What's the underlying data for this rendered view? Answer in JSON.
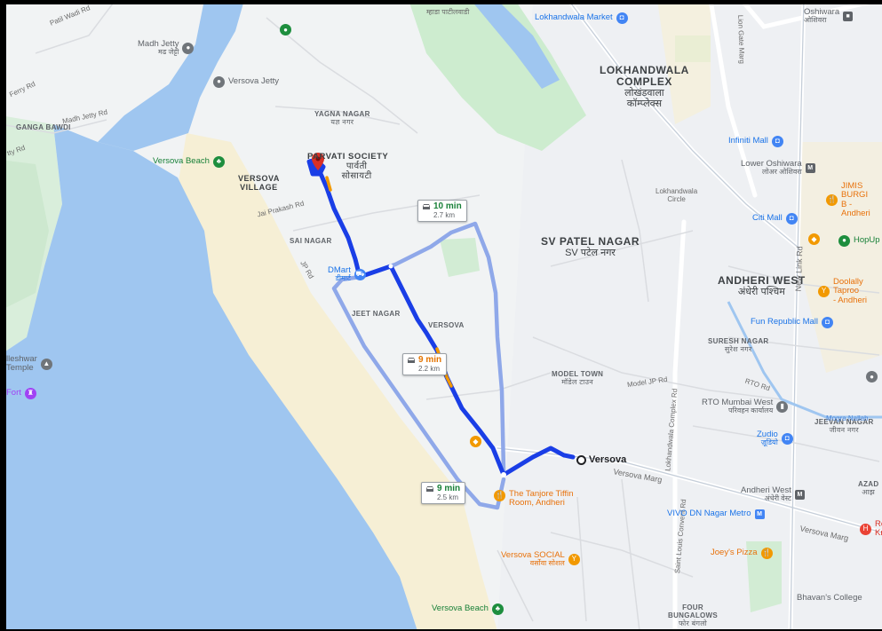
{
  "map": {
    "areas": [
      {
        "key": "lokhandwala",
        "title": "LOKHANDWALA\nCOMPLEX",
        "subtitle": "लोखंडवाला\nकॉम्प्लेक्स"
      },
      {
        "key": "sv_patel",
        "title": "SV PATEL NAGAR",
        "subtitle": "SV पटेल नगर"
      },
      {
        "key": "andheri_west",
        "title": "ANDHERI WEST",
        "subtitle": "अंधेरी पश्चिम"
      },
      {
        "key": "parvati",
        "title": "PARVATI SOCIETY",
        "subtitle": "पार्वती\nसोसायटी"
      },
      {
        "key": "versova_village",
        "title": "VERSOVA\nVILLAGE",
        "subtitle": ""
      },
      {
        "key": "yagna_nagar",
        "title": "YAGNA NAGAR",
        "subtitle": "यज्ञ नगर"
      },
      {
        "key": "ganga_bawdi",
        "title": "GANGA BAWDI",
        "subtitle": ""
      },
      {
        "key": "sai_nagar",
        "title": "SAI NAGAR",
        "subtitle": ""
      },
      {
        "key": "jeet_nagar",
        "title": "JEET NAGAR",
        "subtitle": ""
      },
      {
        "key": "versova_area",
        "title": "VERSOVA",
        "subtitle": ""
      },
      {
        "key": "model_town",
        "title": "MODEL TOWN",
        "subtitle": "मॉडेल टाउन"
      },
      {
        "key": "suresh_nagar",
        "title": "SURESH NAGAR",
        "subtitle": "सुरेश नगर"
      },
      {
        "key": "jeevan_nagar",
        "title": "JEEVAN NAGAR",
        "subtitle": "जीवन नगर"
      },
      {
        "key": "four_bungalows",
        "title": "FOUR\nBUNGALOWS",
        "subtitle": "फोर बंगलो"
      },
      {
        "key": "azad",
        "title": "AZAD",
        "subtitle": "आझ"
      }
    ],
    "roads": {
      "patil_wadi": "Patil Wadi Rd",
      "madh_jetty": "Madh Jetty Rd",
      "ferry": "Ferry Rd",
      "jetty": "tty Rd",
      "jai_prakash": "Jai Prakash Rd",
      "jp_rd": "JP Rd",
      "lion_gate": "Lion Gate Marg",
      "new_link": "New Link Rd",
      "model_jp": "Model JP Rd",
      "rto": "RTO Rd",
      "versova_marg": "Versova Marg",
      "versova_marg2": "Versova Marg",
      "lokhandwala_complex": "Lokhandwala Complex Rd",
      "saint_louis": "Saint Louis Convent Rd",
      "mogra": "Mogra Nallah",
      "lokhandwala_circle": "Lokhandwala\nCircle",
      "top_hindi": "म्हाडा पाटीलवाडी"
    },
    "pois": [
      {
        "key": "madh_jetty",
        "name": "Madh Jetty",
        "sub": "मढ जेट्टी",
        "color": "gray",
        "icon": "pin-icon"
      },
      {
        "key": "versova_jetty",
        "name": "Versova Jetty",
        "sub": "",
        "color": "gray",
        "icon": "pin-icon"
      },
      {
        "key": "versova_beach_top",
        "name": "Versova Beach",
        "sub": "",
        "color": "green",
        "icon": "park-icon"
      },
      {
        "key": "lokhandwala_market",
        "name": "Lokhandwala Market",
        "sub": "",
        "color": "blue",
        "icon": "shopping-bag-icon"
      },
      {
        "key": "oshiwara",
        "name": "Oshiwara",
        "sub": "ओशिवरा",
        "color": "gray",
        "icon": "train-icon"
      },
      {
        "key": "infiniti_mall",
        "name": "Infiniti Mall",
        "sub": "",
        "color": "blue",
        "icon": "shopping-bag-icon"
      },
      {
        "key": "lower_oshiwara",
        "name": "Lower Oshiwara",
        "sub": "लोअर ओशिवरा",
        "color": "gray",
        "icon": "metro-icon"
      },
      {
        "key": "jimis",
        "name": "JIMIS BURGI\nB - Andheri",
        "sub": "",
        "color": "orange",
        "icon": "food-icon"
      },
      {
        "key": "citi_mall",
        "name": "Citi Mall",
        "sub": "",
        "color": "blue",
        "icon": "shopping-bag-icon"
      },
      {
        "key": "hopup",
        "name": "HopUp M",
        "sub": "",
        "color": "green",
        "icon": "shop-icon"
      },
      {
        "key": "doolally",
        "name": "Doolally Taproo\n- Andheri",
        "sub": "",
        "color": "orange",
        "icon": "drink-icon"
      },
      {
        "key": "fun_republic",
        "name": "Fun Republic Mall",
        "sub": "",
        "color": "blue",
        "icon": "shopping-bag-icon"
      },
      {
        "key": "rto",
        "name": "RTO Mumbai West",
        "sub": "परिवहन कार्यालय",
        "color": "gray",
        "icon": "building-icon"
      },
      {
        "key": "zudio",
        "name": "Zudio",
        "sub": "ज़ूडियो",
        "color": "blue",
        "icon": "shopping-bag-icon"
      },
      {
        "key": "andheri_west_metro",
        "name": "Andheri West",
        "sub": "अंधेरी वेस्ट",
        "color": "gray",
        "icon": "metro-icon"
      },
      {
        "key": "vivo",
        "name": "VIVO DN Nagar Metro",
        "sub": "",
        "color": "blue",
        "icon": "metro-icon"
      },
      {
        "key": "joeys",
        "name": "Joey's Pizza",
        "sub": "",
        "color": "orange",
        "icon": "food-icon"
      },
      {
        "key": "tanjore",
        "name": "The Tanjore Tiffin\nRoom, Andheri",
        "sub": "",
        "color": "orange",
        "icon": "food-icon"
      },
      {
        "key": "versova_social",
        "name": "Versova SOCIAL",
        "sub": "वर्सोवा सोशल",
        "color": "orange",
        "icon": "drink-icon"
      },
      {
        "key": "versova_beach_bottom",
        "name": "Versova Beach",
        "sub": "",
        "color": "green",
        "icon": "park-icon"
      },
      {
        "key": "bhavans",
        "name": "Bhavan's College",
        "sub": "",
        "color": "gray",
        "icon": "school-icon"
      },
      {
        "key": "dmart",
        "name": "DMart",
        "sub": "डीमार्ट",
        "color": "blue",
        "icon": "shopping-cart-icon"
      },
      {
        "key": "lleshwar",
        "name": "lleshwar\nTemple",
        "sub": "",
        "color": "gray",
        "icon": "temple-icon"
      },
      {
        "key": "fort",
        "name": "Fort",
        "sub": "",
        "color": "purple",
        "icon": "landmark-icon"
      },
      {
        "key": "red_right",
        "name": "Re\nKr",
        "sub": "",
        "color": "red",
        "icon": "hospital-icon"
      }
    ],
    "routes": {
      "primary": {
        "time": "9 min",
        "distance": "2.2 km",
        "color": "#e37400"
      },
      "alt1": {
        "time": "10 min",
        "distance": "2.7 km",
        "color": "#188038"
      },
      "alt2": {
        "time": "9 min",
        "distance": "2.5 km",
        "color": "#188038"
      }
    },
    "destination": "Versova",
    "colors": {
      "water": "#9fc6f0",
      "land": "#f1f3f4",
      "park": "#cdeccf",
      "route_primary": "#1a3ee6",
      "route_alt": "#8fa8e9",
      "traffic": "#f29900",
      "origin": "#d93025"
    }
  }
}
